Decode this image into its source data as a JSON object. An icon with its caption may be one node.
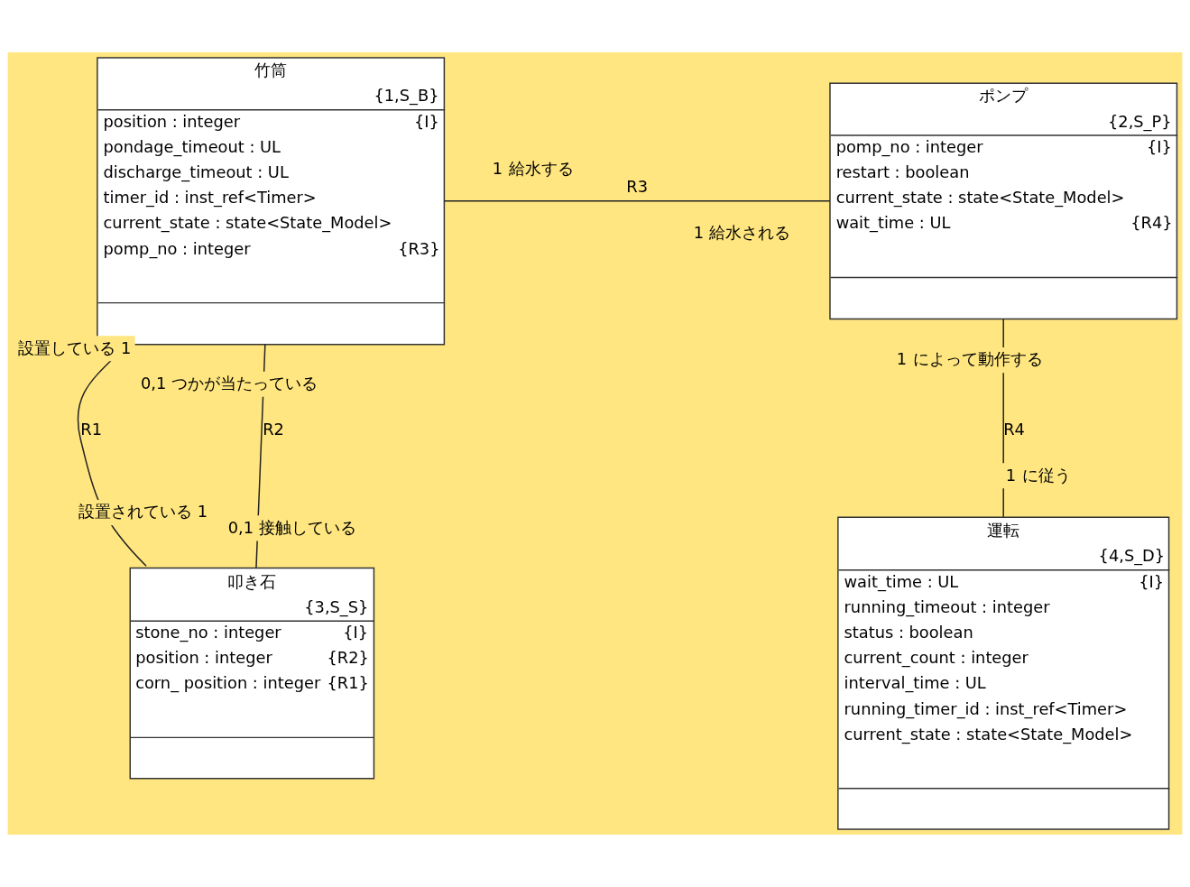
{
  "diagram": {
    "nodes": [
      {
        "text": [
          "竹筒",
          "{1,S_B}",
          "position : integer",
          "{I}",
          "pondage_timeout : UL",
          "discharge_timeout : UL",
          "timer_id : inst_ref<Timer>",
          "current_state : state<State_Model>",
          "pomp_no : integer",
          "{R3}"
        ]
      },
      {
        "text": [
          "ポンプ",
          "{2,S_P}",
          "pomp_no : integer",
          "{I}",
          "restart : boolean",
          "current_state : state<State_Model>",
          "wait_time : UL",
          "{R4}"
        ]
      },
      {
        "text": [
          "叩き石",
          "{3,S_S}",
          "stone_no : integer",
          "{I}",
          "position : integer",
          "{R2}",
          "corn_ position : integer",
          "{R1}"
        ]
      },
      {
        "text": [
          "運転",
          "{4,S_D}",
          "wait_time : UL",
          "{I}",
          "running_timeout : integer",
          "status : boolean",
          "current_count : integer",
          "interval_time : UL",
          "running_timer_id : inst_ref<Timer>",
          "current_state : state<State_Model>"
        ]
      }
    ],
    "edges": [
      {
        "from": 0,
        "to": 1,
        "arrow": "none",
        "label": "R3"
      },
      {
        "from": 0,
        "to": 2,
        "arrow": "none",
        "label": "R1"
      },
      {
        "from": 0,
        "to": 2,
        "arrow": "none",
        "label": "R2"
      },
      {
        "from": 1,
        "to": 3,
        "arrow": "none",
        "label": "R4"
      }
    ],
    "labels": [
      "1",
      "1",
      "給水する",
      "給水される",
      "設置している",
      "1",
      "0,1",
      "つかが当たっている",
      "1",
      "によって動作する",
      "1",
      "に従う",
      "設置されている",
      "1",
      "0,1",
      "接触している"
    ]
  }
}
